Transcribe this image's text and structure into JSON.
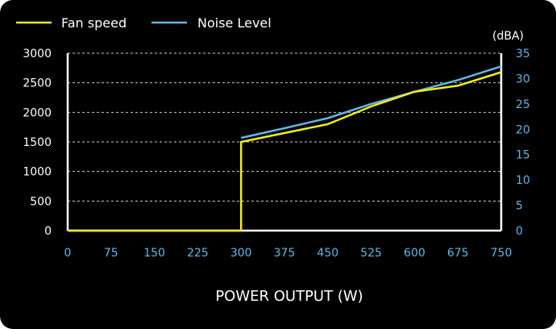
{
  "chart_data": {
    "type": "line",
    "xlabel": "POWER OUTPUT (W)",
    "y2label": "(dBA)",
    "x": [
      0,
      75,
      150,
      225,
      300,
      375,
      450,
      525,
      600,
      675,
      750
    ],
    "xlim": [
      0,
      750
    ],
    "ylim": [
      0,
      3000
    ],
    "y2lim": [
      0,
      35
    ],
    "yticks": [
      0,
      500,
      1000,
      1500,
      2000,
      2500,
      3000
    ],
    "y2ticks": [
      0,
      5,
      10,
      15,
      20,
      25,
      30,
      35
    ],
    "grid": true,
    "legend": "top-left",
    "series": [
      {
        "name": "Fan speed",
        "axis": "left",
        "color": "#f2ee1c",
        "points": [
          [
            0,
            0
          ],
          [
            300,
            0
          ],
          [
            300,
            1500
          ],
          [
            375,
            1650
          ],
          [
            450,
            1800
          ],
          [
            525,
            2100
          ],
          [
            600,
            2350
          ],
          [
            675,
            2450
          ],
          [
            750,
            2680
          ]
        ]
      },
      {
        "name": "Noise Level",
        "axis": "right",
        "color": "#5fb8e6",
        "points": [
          [
            300,
            18.3
          ],
          [
            375,
            20.2
          ],
          [
            450,
            22.2
          ],
          [
            525,
            25.0
          ],
          [
            600,
            27.4
          ],
          [
            675,
            29.7
          ],
          [
            750,
            32.4
          ]
        ]
      }
    ],
    "colors": {
      "left_axis_text": "#ffffff",
      "right_axis_text": "#5fb8e6",
      "x_axis_text": "#5fb8e6",
      "grid": "#cfcfcf",
      "background": "#000000"
    }
  }
}
